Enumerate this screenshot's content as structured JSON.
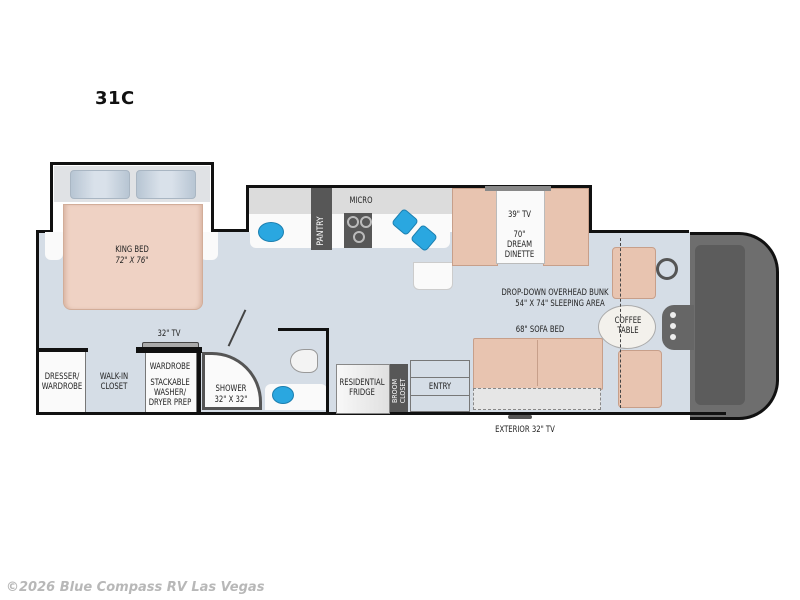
{
  "model": {
    "name": "31C"
  },
  "colors": {
    "floor": "#d5dde6",
    "wall": "#111111",
    "upholstery": "#e8c4b0",
    "bed": "#efd2c4",
    "sink": "#2aa7e0",
    "cab": "#707070",
    "copyright": "#b8b8b8"
  },
  "rooms": {
    "bedroom": {
      "bed_label": "KING BED",
      "bed_size": "72\" X 76\"",
      "tv": "32\" TV",
      "dresser": "DRESSER/\nWARDROBE",
      "closet": "WALK-IN\nCLOSET",
      "wardrobe": "WARDROBE",
      "washer": "STACKABLE\nWASHER/\nDRYER PREP"
    },
    "bath": {
      "shower_label": "SHOWER",
      "shower_size": "32\" X 32\""
    },
    "kitchen": {
      "pantry": "PANTRY",
      "micro": "MICRO",
      "fridge": "RESIDENTIAL\nFRIDGE",
      "broom": "BROOM\nCLOSET"
    },
    "living": {
      "dinette_tv": "39\" TV",
      "dinette": "70\"\nDREAM\nDINETTE",
      "bunk": "DROP-DOWN OVERHEAD BUNK",
      "bunk_size": "54\" X 74\" SLEEPING AREA",
      "sofa": "68\" SOFA BED",
      "entry": "ENTRY",
      "coffee_table": "COFFEE\nTABLE",
      "exterior_tv": "EXTERIOR 32\" TV"
    }
  },
  "footer": {
    "copyright": "©2026 Blue Compass RV Las Vegas"
  }
}
